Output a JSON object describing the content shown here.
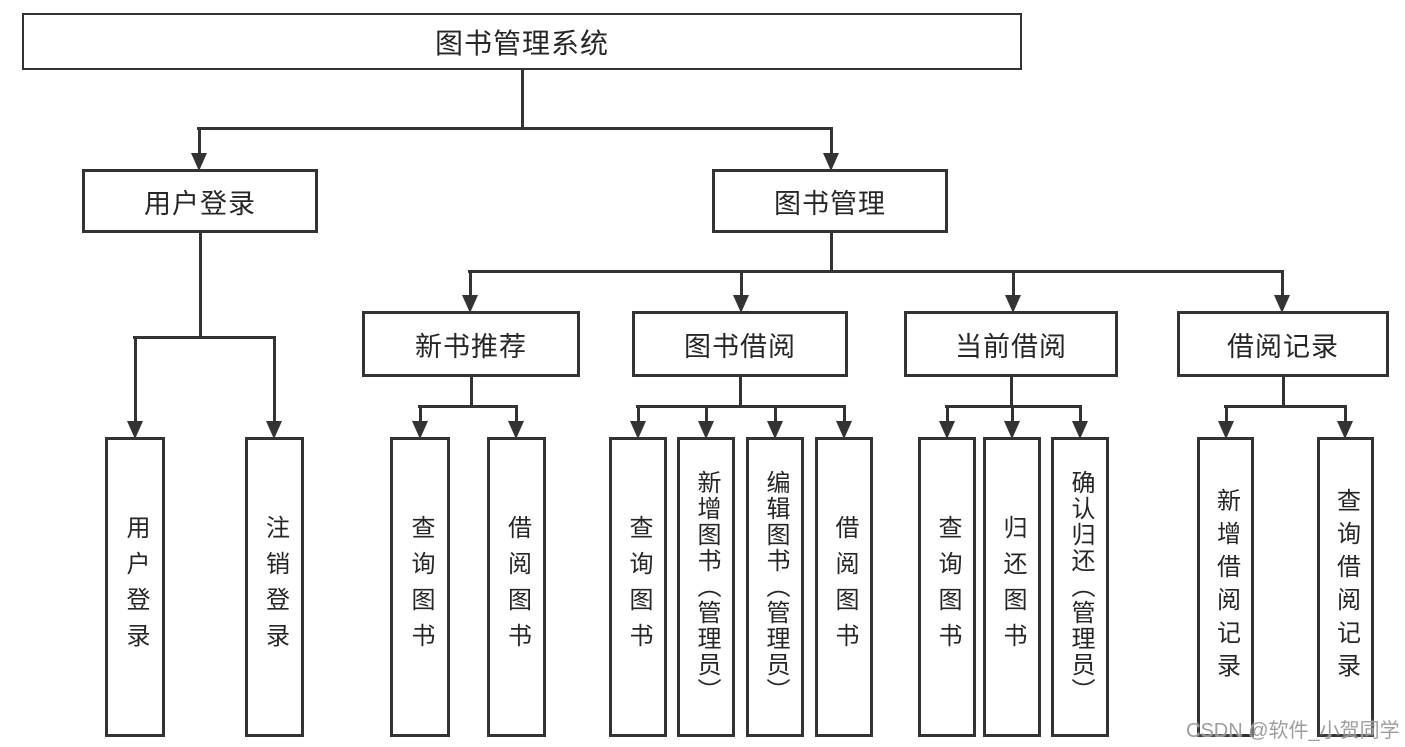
{
  "diagram": {
    "root": {
      "label": "图书管理系统"
    },
    "level2": [
      {
        "label": "用户登录"
      },
      {
        "label": "图书管理"
      }
    ],
    "level3": [
      {
        "label": "新书推荐"
      },
      {
        "label": "图书借阅"
      },
      {
        "label": "当前借阅"
      },
      {
        "label": "借阅记录"
      }
    ],
    "leaves": {
      "user_login": [
        {
          "label": "用户登录"
        },
        {
          "label": "注销登录"
        }
      ],
      "new_book": [
        {
          "label": "查询图书"
        },
        {
          "label": "借阅图书"
        }
      ],
      "book_borrow": [
        {
          "label": "查询图书"
        },
        {
          "label": "新增图书（管理员）"
        },
        {
          "label": "编辑图书（管理员）"
        },
        {
          "label": "借阅图书"
        }
      ],
      "current_borrow": [
        {
          "label": "查询图书"
        },
        {
          "label": "归还图书"
        },
        {
          "label": "确认归还（管理员）"
        }
      ],
      "borrow_record": [
        {
          "label": "新增借阅记录"
        },
        {
          "label": "查询借阅记录"
        }
      ]
    }
  },
  "watermark": {
    "text": "CSDN @软件_小贺同学"
  },
  "colors": {
    "line": "#333333",
    "text": "#262626",
    "background": "#ffffff",
    "watermark": "#989898"
  }
}
